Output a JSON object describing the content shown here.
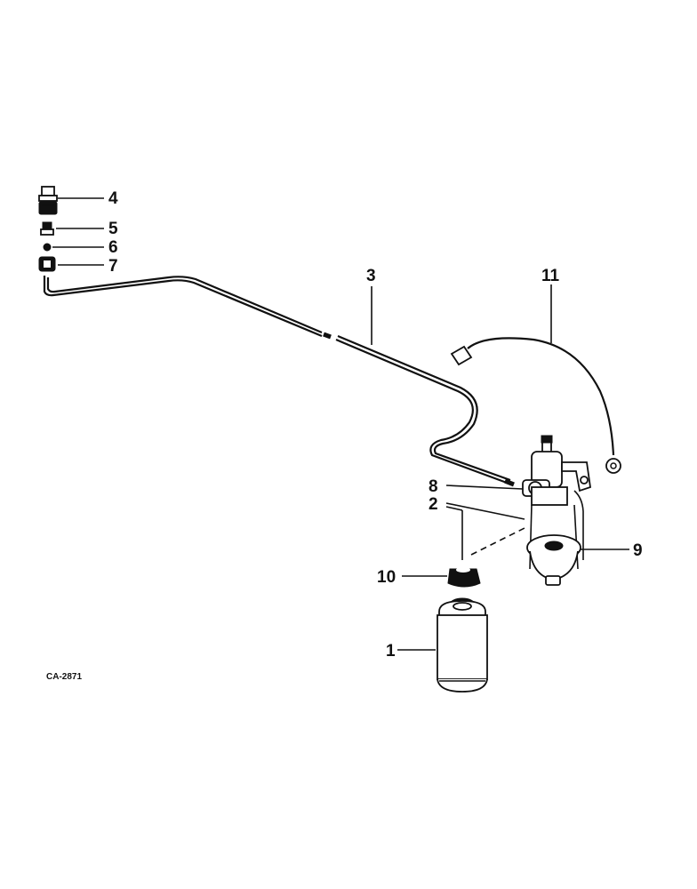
{
  "diagram": {
    "drawing_code": "CA-2871",
    "callouts": {
      "c1": "1",
      "c2": "2",
      "c3": "3",
      "c4": "4",
      "c5": "5",
      "c6": "6",
      "c7": "7",
      "c8": "8",
      "c9": "9",
      "c10": "10",
      "c11": "11"
    }
  }
}
